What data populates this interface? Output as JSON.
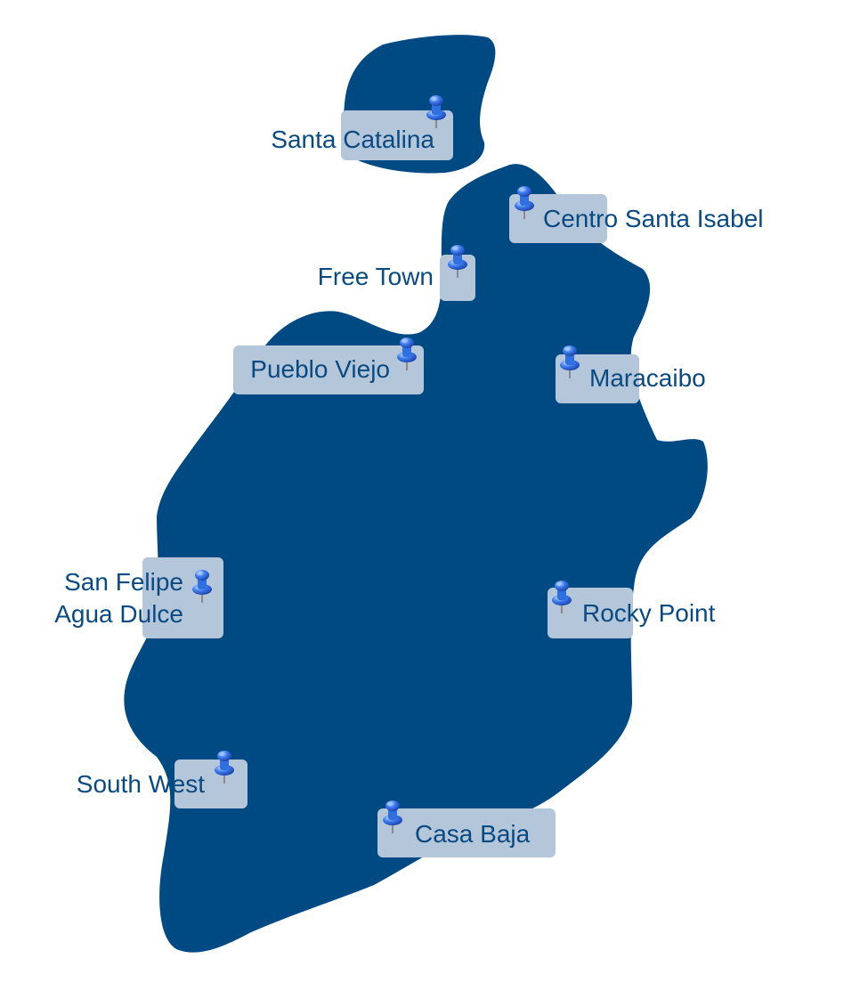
{
  "map": {
    "colors": {
      "land": "#004a84",
      "label_box": "#b4c6d9",
      "label_text": "#0a4a82",
      "pin_body": "#2f6fe0",
      "pin_highlight": "#9cc2ff",
      "pin_needle": "#8a8a8a"
    },
    "icon": "pushpin-icon",
    "locations": [
      {
        "id": "santa-catalina",
        "lines": [
          "Santa Catalina"
        ]
      },
      {
        "id": "centro-santa-isabel",
        "lines": [
          "Centro Santa Isabel"
        ]
      },
      {
        "id": "free-town",
        "lines": [
          "Free Town"
        ]
      },
      {
        "id": "pueblo-viejo",
        "lines": [
          "Pueblo Viejo"
        ]
      },
      {
        "id": "maracaibo",
        "lines": [
          "Maracaibo"
        ]
      },
      {
        "id": "san-felipe-agua-dulce",
        "lines": [
          "San Felipe",
          "Agua Dulce"
        ]
      },
      {
        "id": "rocky-point",
        "lines": [
          "Rocky Point"
        ]
      },
      {
        "id": "south-west",
        "lines": [
          "South West"
        ]
      },
      {
        "id": "casa-baja",
        "lines": [
          "Casa Baja"
        ]
      }
    ]
  }
}
